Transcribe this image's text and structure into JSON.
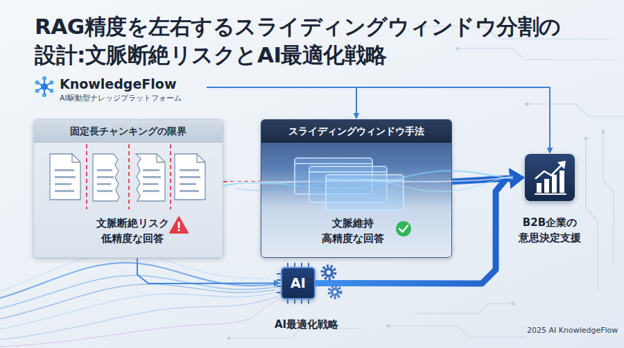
{
  "diagram": {
    "title": "RAG精度を左右するスライディングウィンドウ分割の 設計:文脈断絶リスクとAI最適化戦略",
    "nodes": [
      {
        "text": [
          "KnowledgeFlow",
          "AI駆動型ナレッジプラットフォーム"
        ]
      },
      {
        "text": [
          "固定長チャンキングの限界",
          "文脈断絶リスク 低精度な回答"
        ]
      },
      {
        "text": [
          "スライディングウィンドウ手法",
          "文脈維持 高精度な回答"
        ]
      },
      {
        "text": [
          "B2B企業の 意思決定支援"
        ]
      },
      {
        "text": [
          "AI",
          "AI最適化戦略"
        ]
      }
    ],
    "edges": [
      {
        "from": 0,
        "to": 2,
        "arrow": "to"
      },
      {
        "from": 0,
        "to": 3,
        "arrow": "to"
      },
      {
        "from": 1,
        "to": 2,
        "arrow": "none"
      },
      {
        "from": 2,
        "to": 3,
        "arrow": "to"
      },
      {
        "from": 1,
        "to": 4,
        "arrow": "to"
      },
      {
        "from": 4,
        "to": 3,
        "arrow": "to"
      }
    ],
    "labels": [
      "2025 AI KnowledgeFlow"
    ]
  }
}
